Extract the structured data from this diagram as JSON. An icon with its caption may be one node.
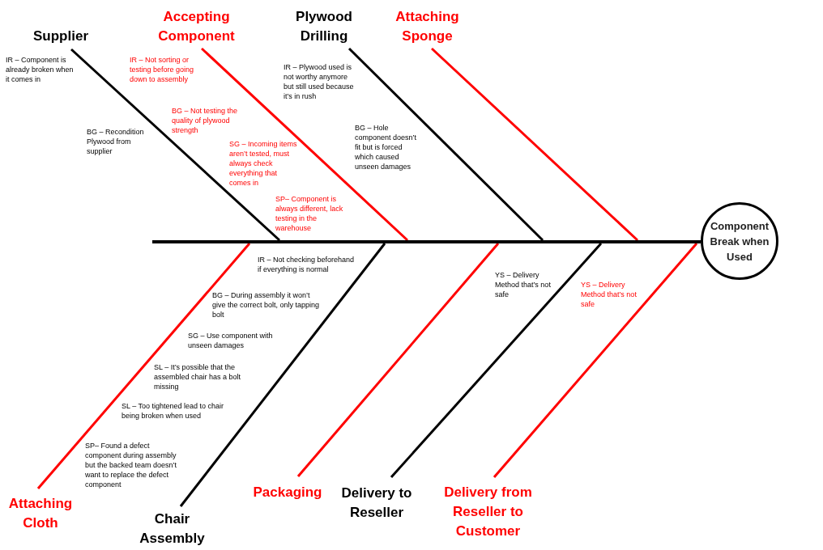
{
  "diagram": {
    "nodes": [
      {
        "text": [
          "Supplier"
        ]
      },
      {
        "text": [
          "Accepting Component"
        ]
      },
      {
        "text": [
          "Plywood Drilling"
        ]
      },
      {
        "text": [
          "Attaching Sponge"
        ]
      },
      {
        "text": [
          "Component Break when Used"
        ]
      },
      {
        "text": [],
        "shape": "bar"
      },
      {
        "text": [
          "Attaching Cloth"
        ]
      },
      {
        "text": [
          "Chair Assembly"
        ]
      },
      {
        "text": [
          "Packaging"
        ]
      },
      {
        "text": [
          "Delivery to Reseller"
        ]
      },
      {
        "text": [
          "Delivery from Reseller to Customer"
        ]
      }
    ],
    "edges": [
      {
        "from": 0,
        "to": 5,
        "arrow": "none",
        "color": "#000000"
      },
      {
        "from": 1,
        "to": 5,
        "arrow": "none",
        "color": "#ff0000"
      },
      {
        "from": 2,
        "to": 5,
        "arrow": "none",
        "color": "#000000"
      },
      {
        "from": 3,
        "to": 5,
        "arrow": "none",
        "color": "#ff0000"
      },
      {
        "from": 6,
        "to": 5,
        "arrow": "none",
        "color": "#ff0000"
      },
      {
        "from": 7,
        "to": 5,
        "arrow": "none",
        "color": "#000000"
      },
      {
        "from": 8,
        "to": 5,
        "arrow": "none",
        "color": "#ff0000"
      },
      {
        "from": 9,
        "to": 5,
        "arrow": "none",
        "color": "#000000"
      },
      {
        "from": 10,
        "to": 5,
        "arrow": "none",
        "color": "#ff0000"
      }
    ],
    "labels": [
      "IR – Component is already broken when it comes in",
      "IR – Not sorting or testing before going down to assembly",
      "BG – Not testing the quality of plywood strength",
      "BG – Recondition Plywood from supplier",
      "SG – Incoming items aren’t tested, must always check everything that comes in",
      "IR – Plywood used is not worthy anymore but still used because it’s in rush",
      "BG – Hole component doesn’t fit but is forced which caused unseen damages",
      "SP– Component is always different, lack testing in the warehouse",
      "IR – Not checking beforehand if everything is normal",
      "BG – During assembly it won’t give the correct bolt, only tapping bolt",
      "SG – Use component with unseen damages",
      "SL – It’s possible that the assembled chair has a bolt missing",
      "SL – Too tightened lead to chair being broken when used",
      "SP– Found a defect component during assembly but the backed team doesn’t want to replace the defect component",
      "YS – Delivery Method that’s not safe",
      "YS – Delivery Method that’s not safe"
    ]
  }
}
